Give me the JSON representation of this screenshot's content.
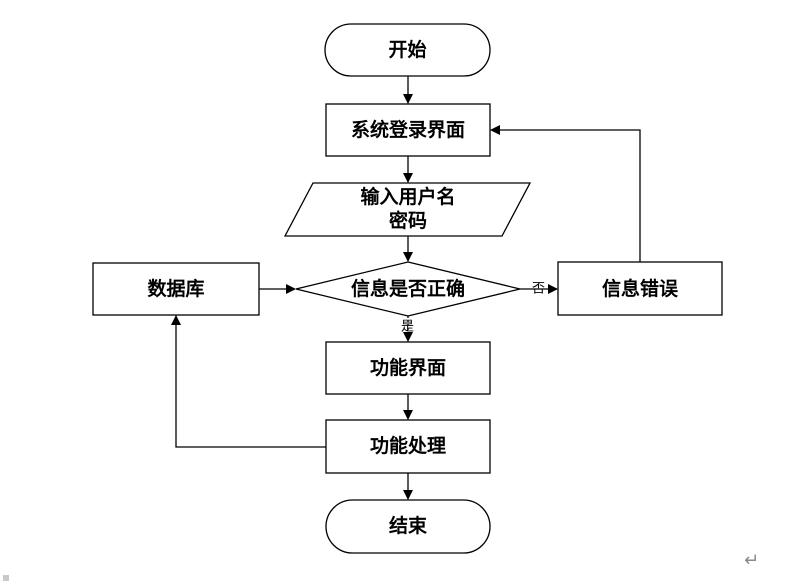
{
  "nodes": {
    "start": "开始",
    "login_page": "系统登录界面",
    "input_line1": "输入用户名",
    "input_line2": "密码",
    "decision": "信息是否正确",
    "database": "数据库",
    "error": "信息错误",
    "function_page": "功能界面",
    "function_process": "功能处理",
    "end": "结束"
  },
  "edges": {
    "no_label": "否",
    "yes_label": "是"
  },
  "paragraph_mark": "↵"
}
